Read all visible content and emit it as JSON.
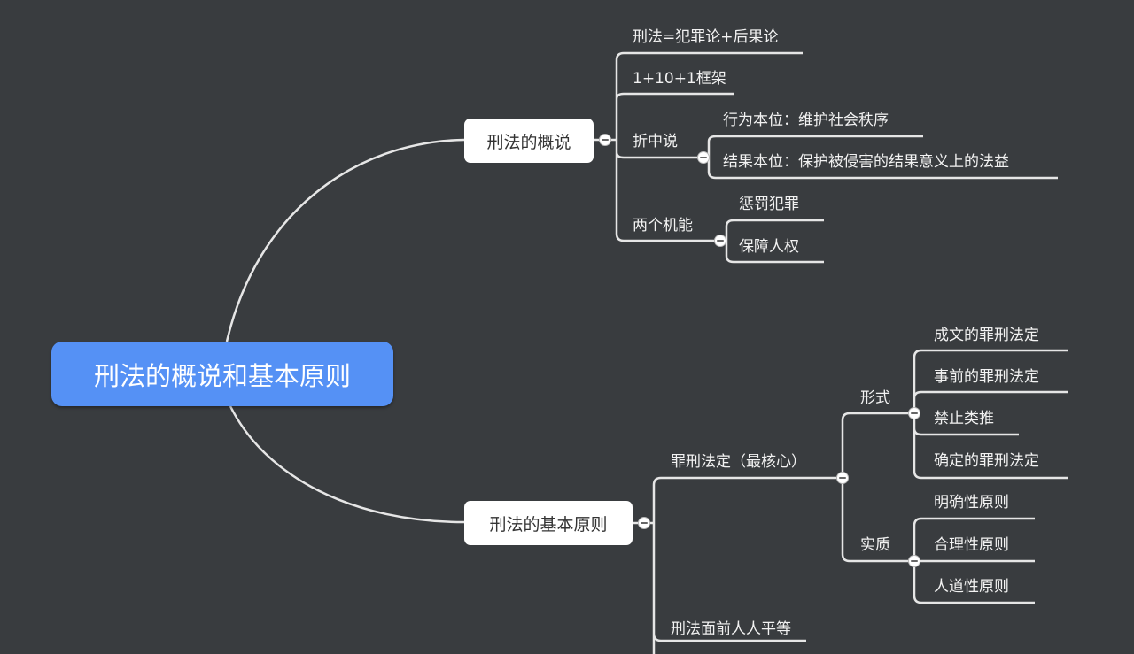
{
  "root": {
    "label": "刑法的概说和基本原则"
  },
  "colors": {
    "background": "#393c3f",
    "root_fill": "#5591f5",
    "branch_fill": "#ffffff",
    "line": "#e6e6e6",
    "text": "#f2f2f2"
  },
  "branches": [
    {
      "label": "刑法的概说",
      "children": [
        {
          "label": "刑法=犯罪论+后果论"
        },
        {
          "label": "1+10+1框架"
        },
        {
          "label": "折中说",
          "children": [
            {
              "label": "行为本位：维护社会秩序"
            },
            {
              "label": "结果本位：保护被侵害的结果意义上的法益"
            }
          ]
        },
        {
          "label": "两个机能",
          "children": [
            {
              "label": "惩罚犯罪"
            },
            {
              "label": "保障人权"
            }
          ]
        }
      ]
    },
    {
      "label": "刑法的基本原则",
      "children": [
        {
          "label": "罪刑法定（最核心）",
          "children": [
            {
              "label": "形式",
              "children": [
                {
                  "label": "成文的罪刑法定"
                },
                {
                  "label": "事前的罪刑法定"
                },
                {
                  "label": "禁止类推"
                },
                {
                  "label": "确定的罪刑法定"
                }
              ]
            },
            {
              "label": "实质",
              "children": [
                {
                  "label": "明确性原则"
                },
                {
                  "label": "合理性原则"
                },
                {
                  "label": "人道性原则"
                }
              ]
            }
          ]
        },
        {
          "label": "刑法面前人人平等"
        }
      ]
    }
  ],
  "collapse_symbol": "−"
}
